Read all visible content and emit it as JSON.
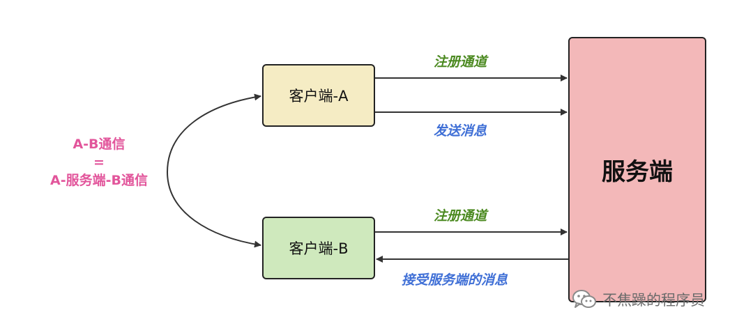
{
  "nodes": {
    "client_a": "客户端-A",
    "client_b": "客户端-B",
    "server": "服务端"
  },
  "edge_labels": {
    "a_register": "注册通道",
    "a_send": "发送消息",
    "b_register": "注册通道",
    "b_receive": "接受服务端的消息"
  },
  "note": {
    "line1": "A-B通信",
    "line2": "=",
    "line3": "A-服务端-B通信"
  },
  "watermark": {
    "icon": "wechat-icon",
    "text": "不焦躁的程序员"
  },
  "colors": {
    "client_a_fill": "#f5ecc4",
    "client_b_fill": "#cfe9bd",
    "server_fill": "#f3b8b9",
    "label_green": "#4c8a21",
    "label_blue": "#3f6fd6",
    "note_pink": "#e2559b"
  }
}
